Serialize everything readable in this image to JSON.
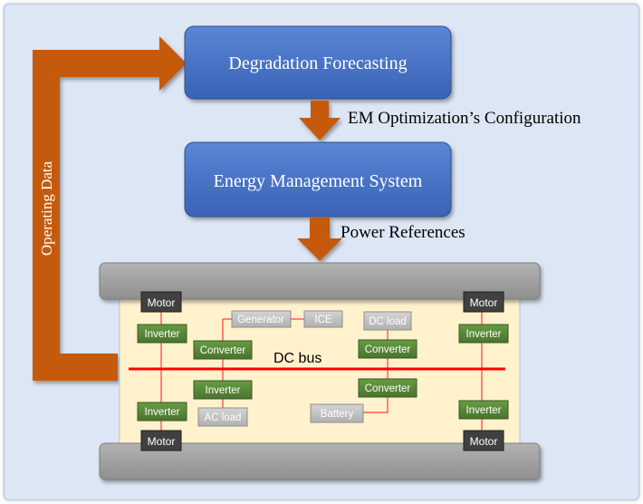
{
  "boxes": {
    "degradation_forecasting": "Degradation Forecasting",
    "energy_management_system": "Energy Management System"
  },
  "arrows": {
    "em_config": "EM Optimization’s Configuration",
    "power_references": "Power References",
    "operating_data": "Operating Data"
  },
  "bus": {
    "label": "DC bus",
    "components": {
      "motor_tl": "Motor",
      "motor_bl": "Motor",
      "motor_tr": "Motor",
      "motor_br": "Motor",
      "inverter_tl": "Inverter",
      "inverter_bl": "Inverter",
      "inverter_tr": "Inverter",
      "inverter_br": "Inverter",
      "generator": "Generator",
      "ice": "ICE",
      "converter_gen": "Converter",
      "inverter_ac": "Inverter",
      "ac_load": "AC load",
      "dc_load": "DC load",
      "converter_dc": "Converter",
      "converter_bat": "Converter",
      "battery": "Battery"
    }
  },
  "colors": {
    "blue_box": "#4472c4",
    "orange_arrow": "#c55a11",
    "green_box": "#548235",
    "bus_line": "#ff0000",
    "grey_plate": "#a6a6a6",
    "yellow_fill": "#fff2cc"
  }
}
